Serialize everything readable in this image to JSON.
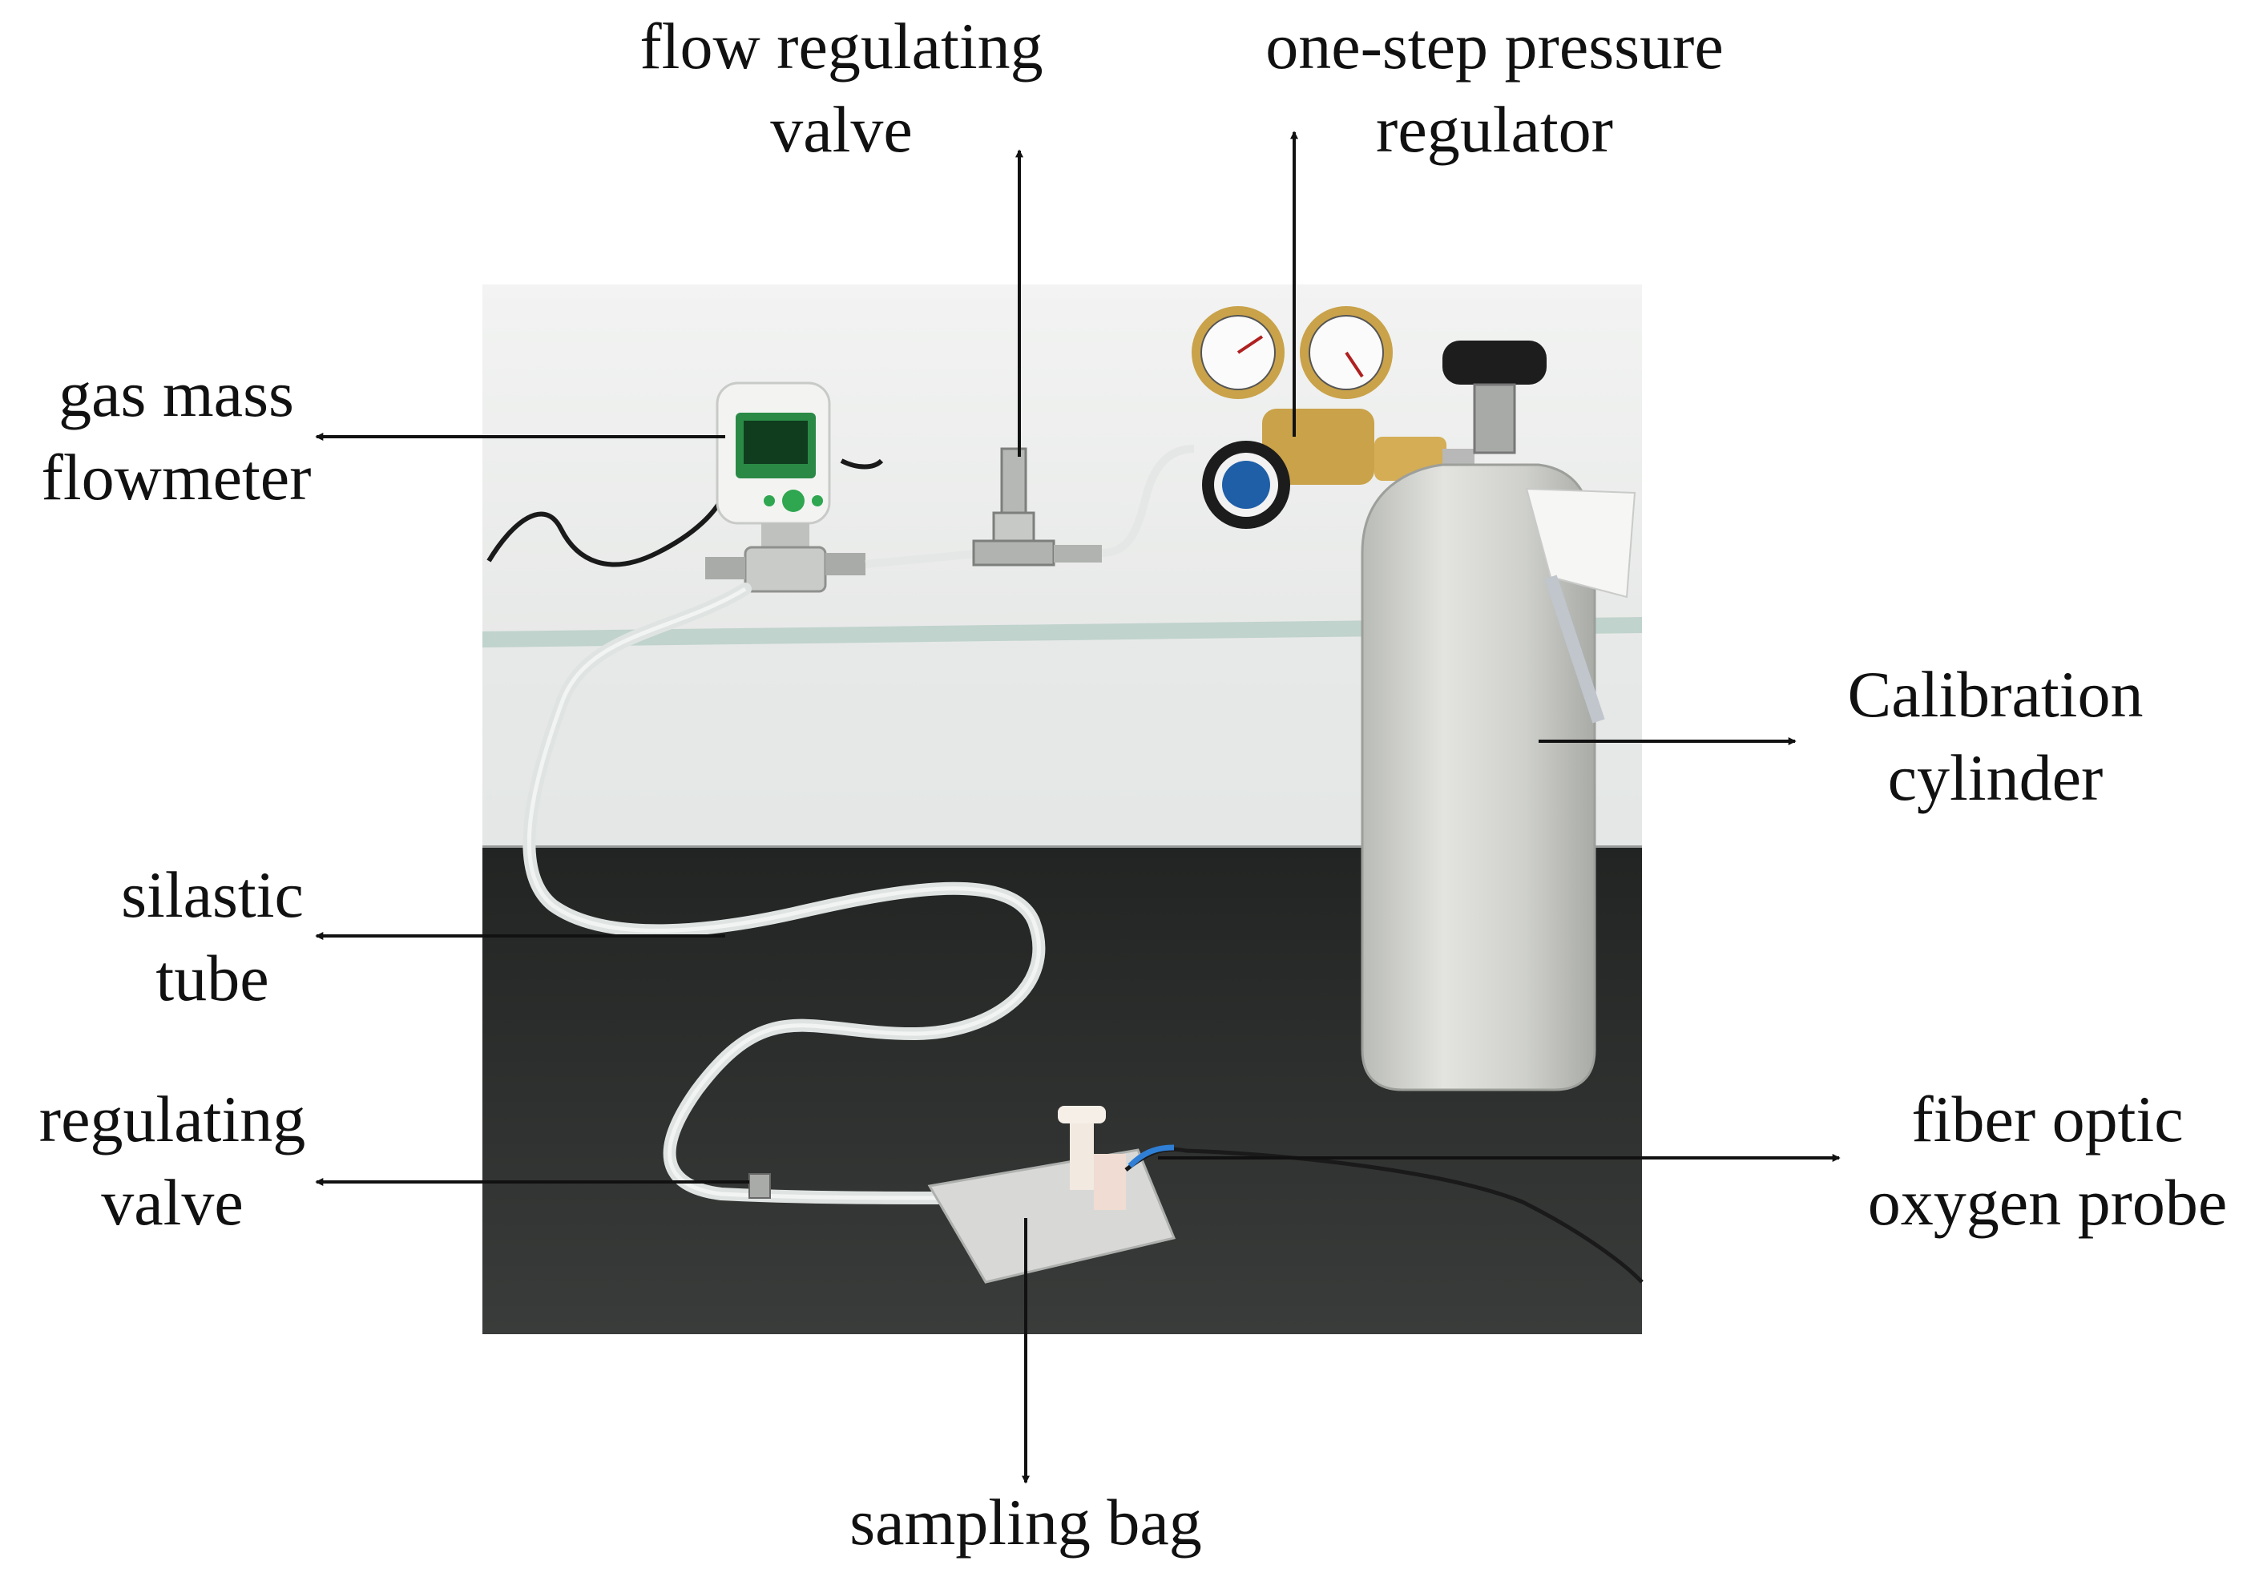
{
  "labels": {
    "flow_regulating_valve": [
      "flow regulating",
      "valve"
    ],
    "one_step_pressure_regulator": [
      "one-step pressure",
      "regulator"
    ],
    "gas_mass_flowmeter": [
      "gas mass",
      "flowmeter"
    ],
    "calibration_cylinder": [
      "Calibration",
      "cylinder"
    ],
    "silastic_tube": [
      "silastic",
      "tube"
    ],
    "regulating_valve": [
      "regulating",
      "valve"
    ],
    "fiber_optic_oxygen_probe": [
      "fiber optic",
      "oxygen probe"
    ],
    "sampling_bag": [
      "sampling bag"
    ]
  },
  "colors": {
    "wall": "#e9ebea",
    "bench": "#2b2d2c",
    "glass_edge": "#9fb9b0",
    "cylinder": "#cfd0cc",
    "brass": "#c9a24a",
    "tube": "#dfe4e2",
    "arrow": "#111111"
  }
}
